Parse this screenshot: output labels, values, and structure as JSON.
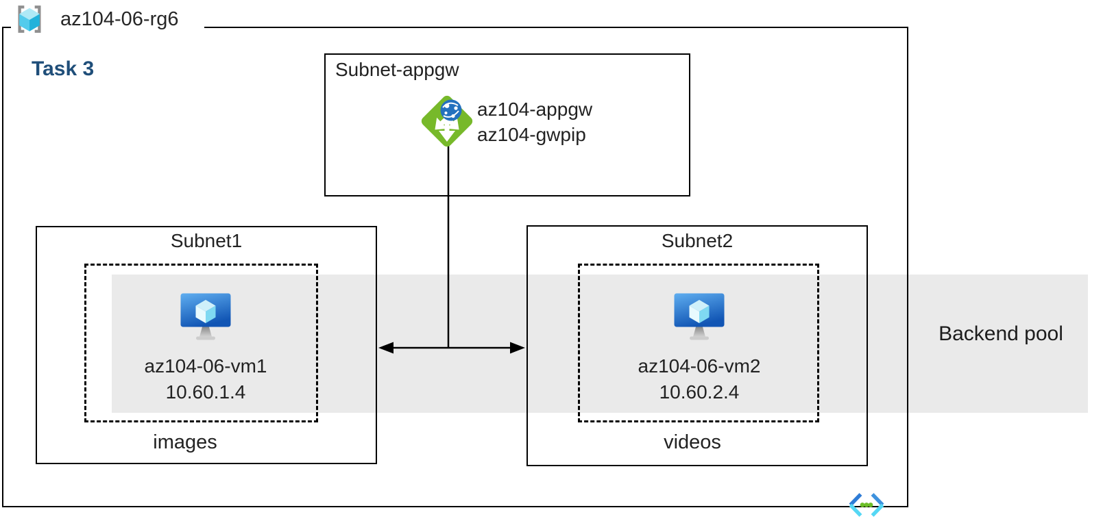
{
  "resource_group": {
    "name": "az104-06-rg6"
  },
  "task": {
    "label": "Task 3"
  },
  "appgw_subnet": {
    "label": "Subnet-appgw",
    "gateway_name": "az104-appgw",
    "gateway_pip": "az104-gwpip"
  },
  "subnet1": {
    "label": "Subnet1",
    "vm_name": "az104-06-vm1",
    "vm_ip": "10.60.1.4",
    "storage_label": "images"
  },
  "subnet2": {
    "label": "Subnet2",
    "vm_name": "az104-06-vm2",
    "vm_ip": "10.60.2.4",
    "storage_label": "videos"
  },
  "backend_pool": {
    "label": "Backend pool"
  },
  "icons": {
    "resource_group": "resource-group-icon",
    "application_gateway": "application-gateway-icon",
    "virtual_machine": "virtual-machine-icon",
    "virtual_network": "virtual-network-icon"
  },
  "colors": {
    "task_label": "#1F4E79",
    "backend_pool_band": "#EAEAEA",
    "appgw_diamond_green": "#77B92A",
    "globe_blue": "#2471BE",
    "vm_monitor_blue_top": "#5FAEF0",
    "vm_monitor_blue_bottom": "#1155B4",
    "vnet_chevron_blue": "#2E7CD6",
    "vnet_chevron_cyan": "#55D7F4",
    "vnet_dot_green": "#6CBE28",
    "rg_bracket_gray": "#8F8F8F",
    "rg_cube_cyan": "#53CBEC",
    "line_color": "#000000"
  }
}
